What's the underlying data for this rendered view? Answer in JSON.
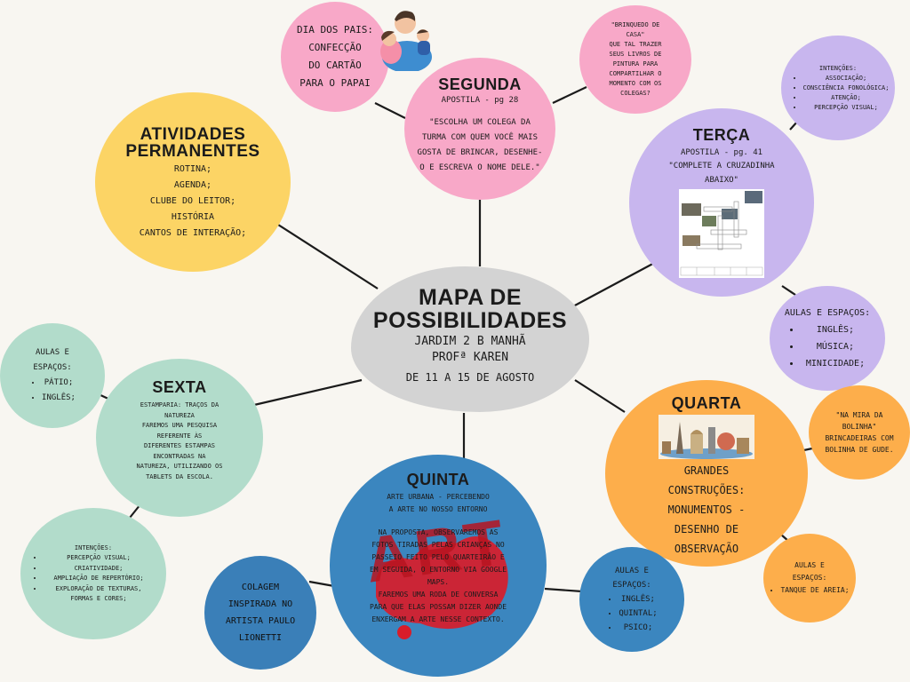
{
  "center": {
    "title_line1": "MAPA DE",
    "title_line2": "POSSIBILIDADES",
    "class": "JARDIM 2 B MANHÃ",
    "teacher": "PROFª KAREN",
    "dates": "DE 11  A 15 DE AGOSTO"
  },
  "atividades": {
    "title_line1": "ATIVIDADES",
    "title_line2": "PERMANENTES",
    "items": [
      "ROTINA;",
      "AGENDA;",
      "CLUBE DO LEITOR;",
      "HISTÓRIA",
      "CANTOS DE INTERAÇÃO;"
    ]
  },
  "dia_pais": {
    "lines": [
      "DIA DOS PAIS:",
      "CONFECÇÃO",
      "DO CARTÃO",
      "PARA O PAPAI"
    ]
  },
  "segunda": {
    "title": "SEGUNDA",
    "sub": "APOSTILA - pg 28",
    "text_lines": [
      "\"ESCOLHA UM COLEGA DA",
      "TURMA COM QUEM VOCÊ MAIS",
      "GOSTA DE BRINCAR, DESENHE-",
      "O E ESCREVA O NOME DELE.\""
    ]
  },
  "brinquedo": {
    "lines": [
      "\"BRINQUEDO DE",
      "CASA\"",
      "QUE TAL TRAZER",
      "SEUS LIVROS DE",
      "PINTURA PARA",
      "COMPARTILHAR O",
      "MOMENTO COM OS",
      "COLEGAS?"
    ]
  },
  "intencoes_terca": {
    "heading": "INTENÇÕES:",
    "items": [
      "ASSOCIAÇÃO;",
      "CONSCIÊNCIA FONOLÓGICA;",
      "ATENÇÃO;",
      "PERCEPÇÃO VISUAL;"
    ]
  },
  "terca": {
    "title": "TERÇA",
    "sub": "APOSTILA - pg. 41",
    "text_lines": [
      "\"COMPLETE A CRUZADINHA",
      "ABAIXO\""
    ]
  },
  "aulas_terca": {
    "heading": "AULAS E ESPAÇOS:",
    "items": [
      "INGLÊS;",
      "MÚSICA;",
      "MINICIDADE;"
    ]
  },
  "quarta": {
    "title": "QUARTA",
    "text_lines": [
      "GRANDES",
      "CONSTRUÇÕES:",
      "MONUMENTOS -",
      "DESENHO DE",
      "OBSERVAÇÃO"
    ]
  },
  "mira": {
    "lines": [
      "\"NA MIRA DA",
      "BOLINHA\"",
      "BRINCADEIRAS COM",
      "BOLINHA DE GUDE."
    ]
  },
  "aulas_quarta": {
    "heading_lines": [
      "AULAS E",
      "ESPAÇOS:"
    ],
    "items": [
      "TANQUE DE AREIA;"
    ]
  },
  "quinta": {
    "title": "QUINTA",
    "line1": "ARTE URBANA - PERCEBENDO",
    "line2": "A ARTE NO NOSSO ENTORNO",
    "p2_lines": [
      "NA PROPOSTA, OBSERVAREMOS AS",
      "FOTOS TIRADAS PELAS CRIANÇAS NO",
      "PASSEIO FEITO PELO QUARTEIRÃO E",
      "EM SEGUIDA, O ENTORNO VIA GOOGLE",
      "MAPS."
    ],
    "p3_lines": [
      "FAREMOS UMA RODA DE CONVERSA",
      "PARA QUE ELAS POSSAM DIZER AONDE",
      "ENXERGAM A ARTE NESSE CONTEXTO."
    ],
    "art_text": "ART"
  },
  "colagem": {
    "lines": [
      "COLAGEM",
      "INSPIRADA NO",
      "ARTISTA PAULO",
      "LIONETTI"
    ]
  },
  "aulas_quinta": {
    "heading_lines": [
      "AULAS E",
      "ESPAÇOS:"
    ],
    "items": [
      "INGLÊS;",
      "QUINTAL;",
      "PSICO;"
    ]
  },
  "sexta": {
    "title": "SEXTA",
    "text_lines": [
      "ESTAMPARIA: TRAÇOS DA",
      "NATUREZA",
      "FAREMOS UMA PESQUISA",
      "REFERENTE ÀS",
      "DIFERENTES ESTAMPAS",
      "ENCONTRADAS NA",
      "NATUREZA, UTILIZANDO OS",
      "TABLETS DA ESCOLA."
    ]
  },
  "aulas_sexta": {
    "heading_lines": [
      "AULAS E",
      "ESPAÇOS:"
    ],
    "items": [
      "PÁTIO;",
      "INGLÊS;"
    ]
  },
  "intencoes_sexta": {
    "heading": "INTENÇÕES:",
    "items": [
      "PERCEPÇÃO VISUAL;",
      "CRIATIVIDADE;",
      "AMPLIAÇÃO DE REPERTÓRIO;",
      "EXPLORAÇÃO DE TEXTURAS, FORMAS E CORES;"
    ]
  },
  "colors": {
    "yellow": "#fcd465",
    "pink": "#f8a8c8",
    "lilac": "#c8b6ee",
    "orange": "#fdae4b",
    "blue": "#3b86bf",
    "green": "#b2dccb",
    "gray": "#d3d3d3",
    "navy": "#3a7fb8"
  }
}
